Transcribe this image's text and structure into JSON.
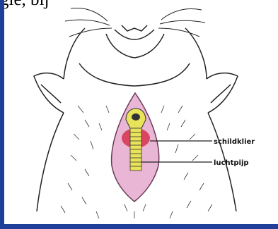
{
  "top_fragment": "gie, bij",
  "labels": {
    "thyroid": "schildklier",
    "trachea": "luchtpijp"
  },
  "colors": {
    "frame_blue": "#1f3f98",
    "incision_pink": "#e9b6d6",
    "thyroid_red": "#d63a55",
    "trachea_yellow": "#e8e35a"
  }
}
